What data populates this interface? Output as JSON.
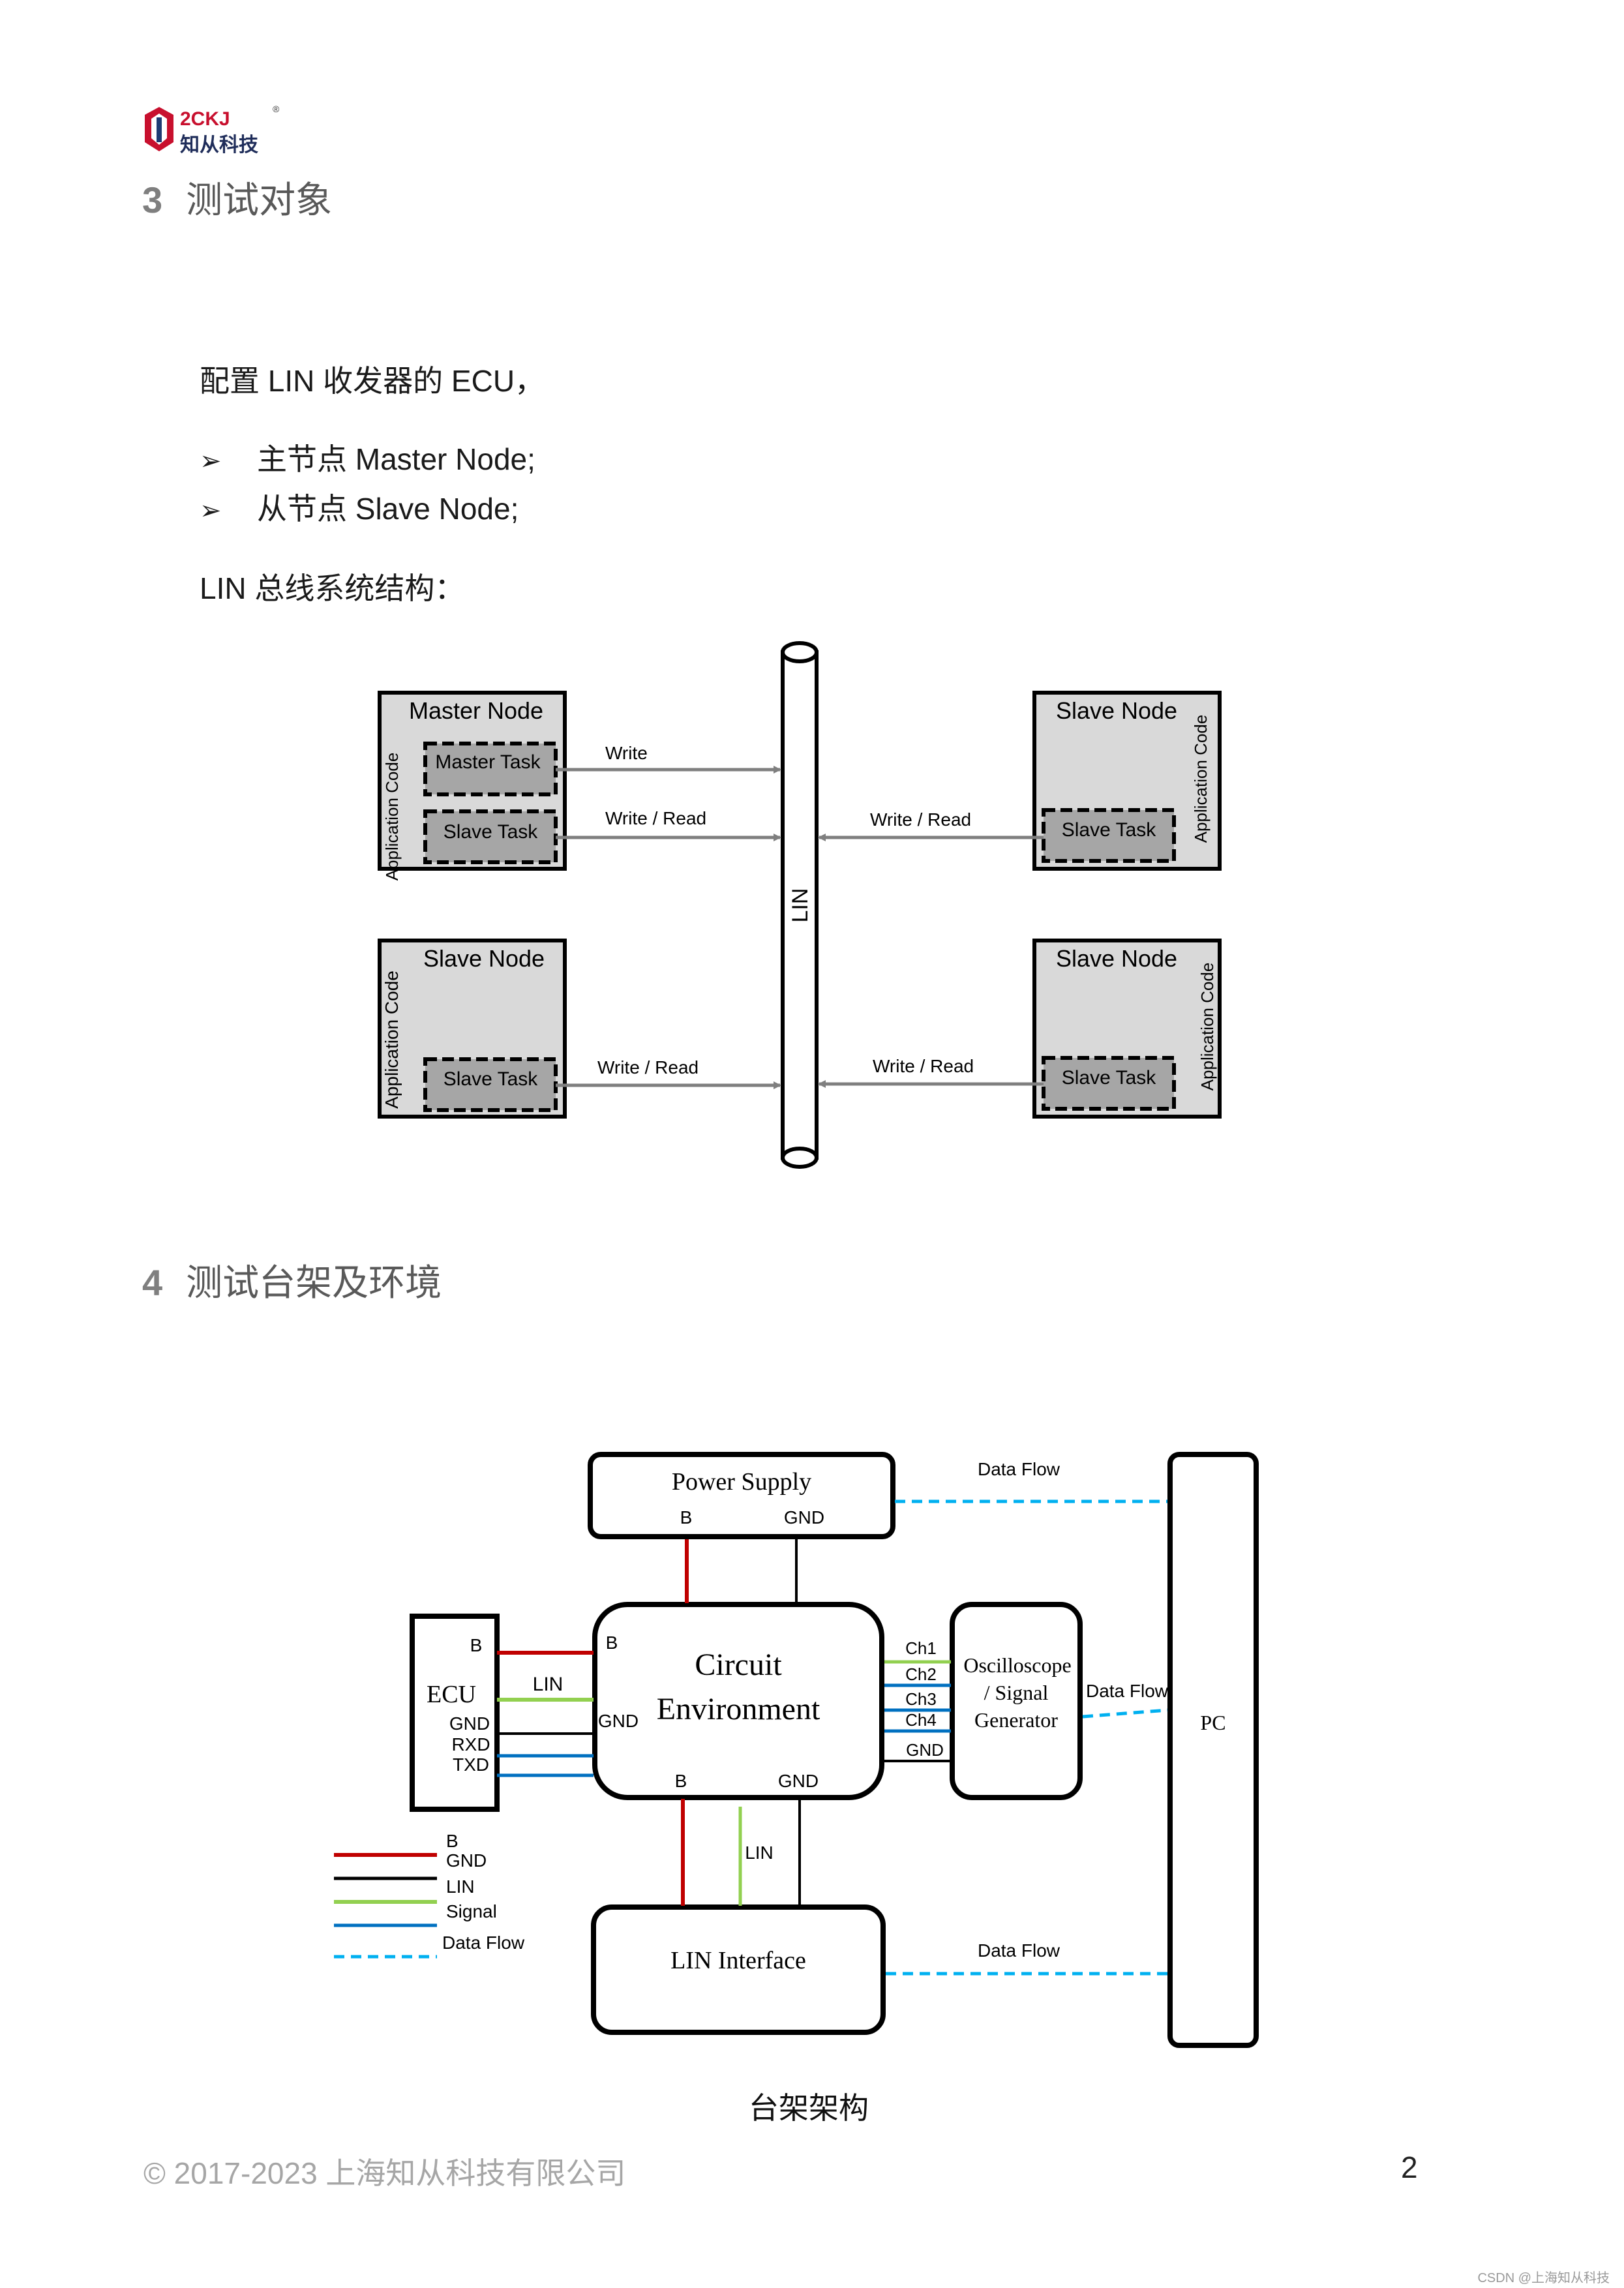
{
  "logo": {
    "mark": "2CKJ",
    "name": "知从科技",
    "registered": "®"
  },
  "section3": {
    "number": "3",
    "title": "测试对象"
  },
  "intro": "配置 LIN 收发器的 ECU，",
  "bullets": [
    {
      "marker": "➢",
      "text": "主节点 Master Node;"
    },
    {
      "marker": "➢",
      "text": "从节点 Slave Node;"
    }
  ],
  "structure_label": "LIN 总线系统结构：",
  "lin_diagram": {
    "bus_label": "LIN",
    "app_code": "Application Code",
    "master": {
      "title": "Master Node",
      "task1": "Master Task",
      "task2": "Slave Task"
    },
    "slave_tr": {
      "title": "Slave Node",
      "task": "Slave Task"
    },
    "slave_bl": {
      "title": "Slave Node",
      "task": "Slave Task"
    },
    "slave_br": {
      "title": "Slave Node",
      "task": "Slave Task"
    },
    "arrows": {
      "write": "Write",
      "write_read": "Write / Read"
    }
  },
  "section4": {
    "number": "4",
    "title": "测试台架及环境"
  },
  "bench_diagram": {
    "power_supply": "Power Supply",
    "b": "B",
    "gnd": "GND",
    "lin": "LIN",
    "ecu": "ECU",
    "rxd": "RXD",
    "txd": "TXD",
    "circuit_line1": "Circuit",
    "circuit_line2": "Environment",
    "channels": [
      "Ch1",
      "Ch2",
      "Ch3",
      "Ch4"
    ],
    "osc_line1": "Oscilloscope",
    "osc_line2": "/ Signal",
    "osc_line3": "Generator",
    "pc": "PC",
    "data_flow": "Data Flow",
    "lin_interface": "LIN Interface",
    "legend": [
      "B",
      "GND",
      "LIN",
      "Signal",
      "Data Flow"
    ],
    "colors": {
      "b": "#c00000",
      "gnd": "#000000",
      "lin": "#92d050",
      "signal": "#0070c0",
      "data_flow": "#00b0f0"
    }
  },
  "caption": "台架架构",
  "footer": {
    "copyright": "© 2017-2023 上海知从科技有限公司",
    "page_number": "2"
  },
  "watermark": "CSDN @上海知从科技"
}
